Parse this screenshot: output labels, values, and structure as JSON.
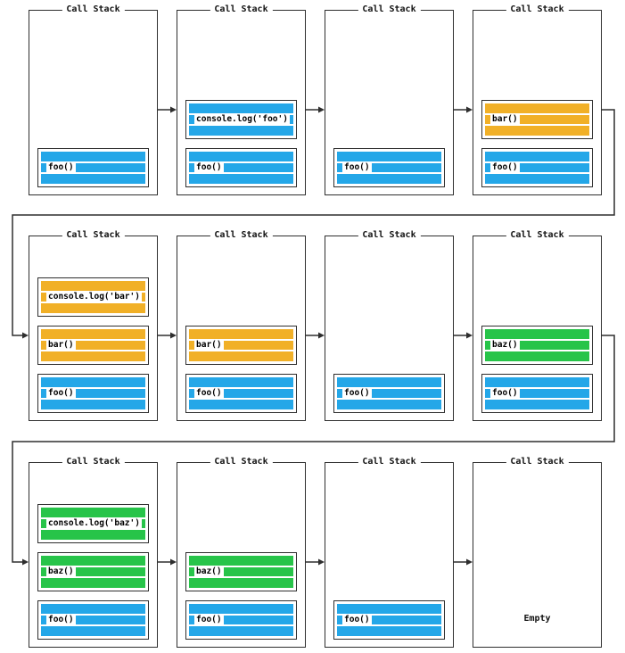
{
  "diagram": {
    "frame_title": "Call Stack",
    "empty_label": "Empty",
    "colors": {
      "blue": "#24A7E8",
      "yellow": "#F1B027",
      "green": "#27C449",
      "ink": "#2E2E2E"
    },
    "frames": [
      {
        "items": [
          {
            "label": "foo()",
            "color": "blue"
          }
        ]
      },
      {
        "items": [
          {
            "label": "console.log('foo')",
            "color": "blue"
          },
          {
            "label": "foo()",
            "color": "blue"
          }
        ]
      },
      {
        "items": [
          {
            "label": "foo()",
            "color": "blue"
          }
        ]
      },
      {
        "items": [
          {
            "label": "bar()",
            "color": "yellow"
          },
          {
            "label": "foo()",
            "color": "blue"
          }
        ]
      },
      {
        "items": [
          {
            "label": "console.log('bar')",
            "color": "yellow"
          },
          {
            "label": "bar()",
            "color": "yellow"
          },
          {
            "label": "foo()",
            "color": "blue"
          }
        ]
      },
      {
        "items": [
          {
            "label": "bar()",
            "color": "yellow"
          },
          {
            "label": "foo()",
            "color": "blue"
          }
        ]
      },
      {
        "items": [
          {
            "label": "foo()",
            "color": "blue"
          }
        ]
      },
      {
        "items": [
          {
            "label": "baz()",
            "color": "green"
          },
          {
            "label": "foo()",
            "color": "blue"
          }
        ]
      },
      {
        "items": [
          {
            "label": "console.log('baz')",
            "color": "green"
          },
          {
            "label": "baz()",
            "color": "green"
          },
          {
            "label": "foo()",
            "color": "blue"
          }
        ]
      },
      {
        "items": [
          {
            "label": "baz()",
            "color": "green"
          },
          {
            "label": "foo()",
            "color": "blue"
          }
        ]
      },
      {
        "items": [
          {
            "label": "foo()",
            "color": "blue"
          }
        ]
      },
      {
        "items": [],
        "empty": true
      }
    ]
  }
}
